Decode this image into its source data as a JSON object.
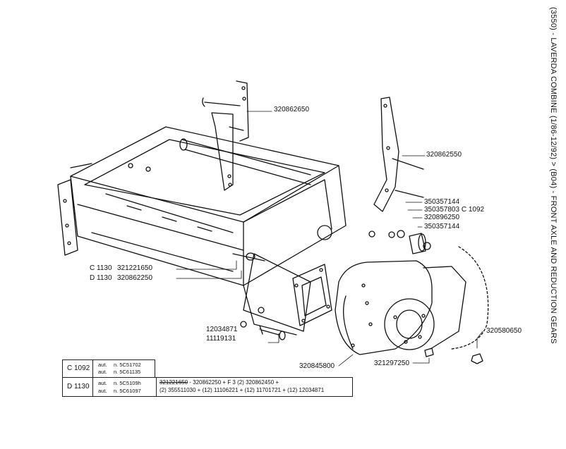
{
  "title": "(3550) - LAVERDA COMBINE (1/86-12/92) > (B04) - FRONT AXLE AND REDUCTION GEARS",
  "parts": {
    "p1": "320862650",
    "p2": "320862550",
    "p3": "350357144",
    "p4": "350357803 C 1092",
    "p5": "320896250",
    "p6": "350357144",
    "p7c": "C 1130",
    "p7": "321221650",
    "p8d": "D 1130",
    "p8": "320862250",
    "p9": "12034871",
    "p10": "11119131",
    "p11": "320845800",
    "p12": "321297250",
    "p13": "320580650"
  },
  "table": {
    "row1_model": "C 1092",
    "row1_a1": "aut.",
    "row1_a2": "n. 5C51702",
    "row1_b1": "aut.",
    "row1_b2": "n. 5C61135",
    "row2_model": "D 1130",
    "row2_a1": "aut.",
    "row2_a2": "n. 5C5109h",
    "row2_b1": "aut.",
    "row2_b2": "n. 5C61097",
    "row2_line1_struck": "321221650",
    "row2_line1_rest": " - 320862250 + F 3 (2) 320862450 +",
    "row2_line2": "(2) 355511030 + (12) 11106221 + (12) 11701721 + (12) 12034871"
  }
}
